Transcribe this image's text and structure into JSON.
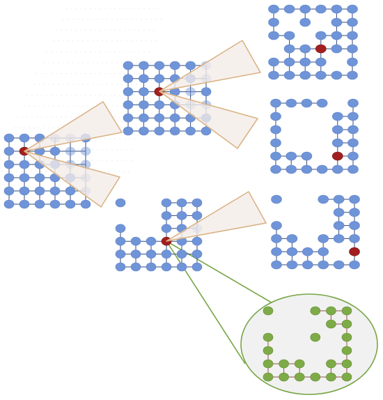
{
  "colors": {
    "node": "#7094d8",
    "node_edge": "#5b80c9",
    "grid_line": "#334a7a",
    "active_node": "#a21f1f",
    "beam_fill": "#f4ece8",
    "beam_stroke": "#d9b384",
    "zoom_node": "#7eab47",
    "zoom_node_edge": "#5f8a32",
    "zoom_line": "#9a4d4d",
    "zoom_bubble_fill": "#f1f1f1",
    "zoom_stroke": "#76a545",
    "background": "#ffffff"
  },
  "grids": [
    {
      "name": "grid-left-full",
      "rows": 6,
      "cols": 6,
      "missing": [],
      "active": [
        1,
        1
      ],
      "ghost": [
        [
          0,
          3
        ],
        [
          0,
          4
        ],
        [
          1,
          4
        ],
        [
          1,
          5
        ],
        [
          2,
          4
        ],
        [
          2,
          5
        ],
        [
          3,
          5
        ],
        [
          4,
          5
        ]
      ]
    },
    {
      "name": "grid-top-middle-full",
      "rows": 6,
      "cols": 6,
      "missing": [],
      "active": [
        2,
        2
      ],
      "ghost": [
        [
          0,
          5
        ],
        [
          1,
          5
        ],
        [
          2,
          4
        ],
        [
          3,
          4
        ],
        [
          3,
          5
        ]
      ]
    },
    {
      "name": "grid-bottom-middle-sparse",
      "rows": 6,
      "cols": 6,
      "missing": [
        [
          0,
          1
        ],
        [
          0,
          2
        ],
        [
          1,
          0
        ],
        [
          1,
          1
        ],
        [
          1,
          2
        ],
        [
          2,
          1
        ],
        [
          2,
          2
        ]
      ],
      "active": [
        3,
        3
      ],
      "ghost": [
        [
          2,
          5
        ]
      ]
    },
    {
      "name": "grid-right-top-pattern",
      "rows": 6,
      "cols": 6,
      "missing": [
        [
          1,
          1
        ],
        [
          1,
          3
        ],
        [
          2,
          2
        ],
        [
          3,
          0
        ],
        [
          4,
          4
        ]
      ],
      "active": [
        3,
        3
      ],
      "ghost": []
    },
    {
      "name": "grid-right-middle-pattern",
      "rows": 6,
      "cols": 6,
      "missing": [
        [
          0,
          4
        ],
        [
          1,
          1
        ],
        [
          1,
          2
        ],
        [
          1,
          3
        ],
        [
          2,
          1
        ],
        [
          2,
          2
        ],
        [
          2,
          3
        ],
        [
          3,
          1
        ],
        [
          3,
          2
        ],
        [
          3,
          3
        ],
        [
          4,
          3
        ]
      ],
      "active": [
        4,
        4
      ],
      "ghost": []
    },
    {
      "name": "grid-right-bottom-pattern",
      "rows": 6,
      "cols": 6,
      "missing": [
        [
          0,
          1
        ],
        [
          0,
          2
        ],
        [
          1,
          0
        ],
        [
          1,
          1
        ],
        [
          1,
          2
        ],
        [
          1,
          3
        ],
        [
          2,
          1
        ],
        [
          2,
          2
        ],
        [
          2,
          3
        ],
        [
          3,
          2
        ],
        [
          4,
          4
        ]
      ],
      "active": [
        4,
        5
      ],
      "ghost": []
    },
    {
      "name": "grid-zoomed-subnetwork",
      "rows": 6,
      "cols": 6,
      "missing": [
        [
          0,
          1
        ],
        [
          0,
          2
        ],
        [
          1,
          0
        ],
        [
          1,
          1
        ],
        [
          1,
          2
        ],
        [
          1,
          3
        ],
        [
          2,
          1
        ],
        [
          2,
          2
        ],
        [
          2,
          4
        ],
        [
          3,
          1
        ],
        [
          3,
          2
        ],
        [
          3,
          3
        ],
        [
          3,
          4
        ],
        [
          4,
          3
        ]
      ],
      "active": null,
      "ghost": []
    }
  ]
}
